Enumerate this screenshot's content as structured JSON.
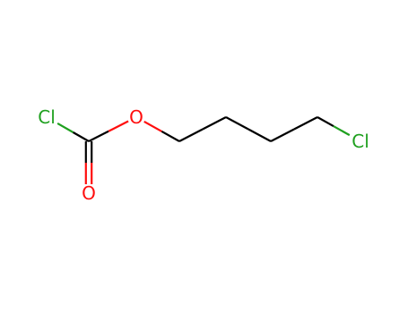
{
  "molecule": {
    "atoms": [
      {
        "id": "cl1",
        "label": "Cl",
        "element": "Cl"
      },
      {
        "id": "c1",
        "label": "",
        "element": "C"
      },
      {
        "id": "o_carbonyl",
        "label": "O",
        "element": "O"
      },
      {
        "id": "o_ester",
        "label": "O",
        "element": "O"
      },
      {
        "id": "c2",
        "label": "",
        "element": "C"
      },
      {
        "id": "c3",
        "label": "",
        "element": "C"
      },
      {
        "id": "c4",
        "label": "",
        "element": "C"
      },
      {
        "id": "c5",
        "label": "",
        "element": "C"
      },
      {
        "id": "cl2",
        "label": "Cl",
        "element": "Cl"
      }
    ],
    "bonds": [
      {
        "from": "cl1",
        "to": "c1",
        "order": 1
      },
      {
        "from": "c1",
        "to": "o_carbonyl",
        "order": 2
      },
      {
        "from": "c1",
        "to": "o_ester",
        "order": 1
      },
      {
        "from": "o_ester",
        "to": "c2",
        "order": 1
      },
      {
        "from": "c2",
        "to": "c3",
        "order": 1
      },
      {
        "from": "c3",
        "to": "c4",
        "order": 1
      },
      {
        "from": "c4",
        "to": "c5",
        "order": 1
      },
      {
        "from": "c5",
        "to": "cl2",
        "order": 1
      }
    ],
    "colors": {
      "Cl": "#1fa01f",
      "O": "#ff0d0d",
      "C": "#000000"
    }
  }
}
